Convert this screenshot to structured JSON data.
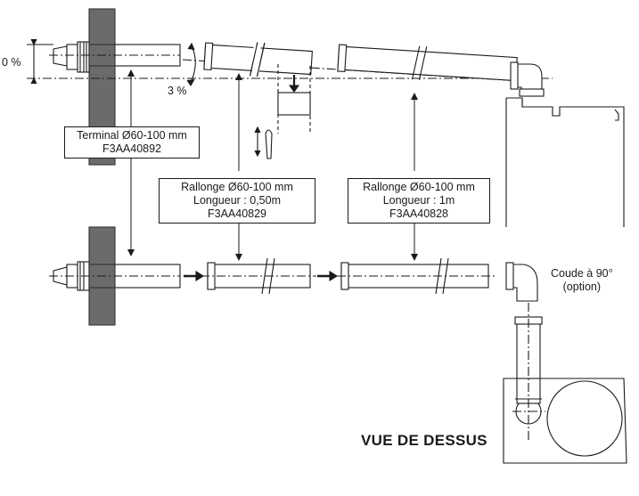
{
  "labels": {
    "zero_pct": "0 %",
    "three_pct": "3 %",
    "coude_line1": "Coude à 90°",
    "coude_line2": "(option)",
    "view_title": "VUE DE DESSUS"
  },
  "boxes": {
    "terminal": {
      "line1": "Terminal Ø60-100 mm",
      "line2": "F3AA40892"
    },
    "rallonge_050": {
      "line1": "Rallonge Ø60-100 mm",
      "line2": "Longueur : 0,50m",
      "line3": "F3AA40829"
    },
    "rallonge_1m": {
      "line1": "Rallonge Ø60-100 mm",
      "line2": "Longueur : 1m",
      "line3": "F3AA40828"
    }
  },
  "colors": {
    "line": "#1a1a1a",
    "wall": "#6b6b6b"
  }
}
